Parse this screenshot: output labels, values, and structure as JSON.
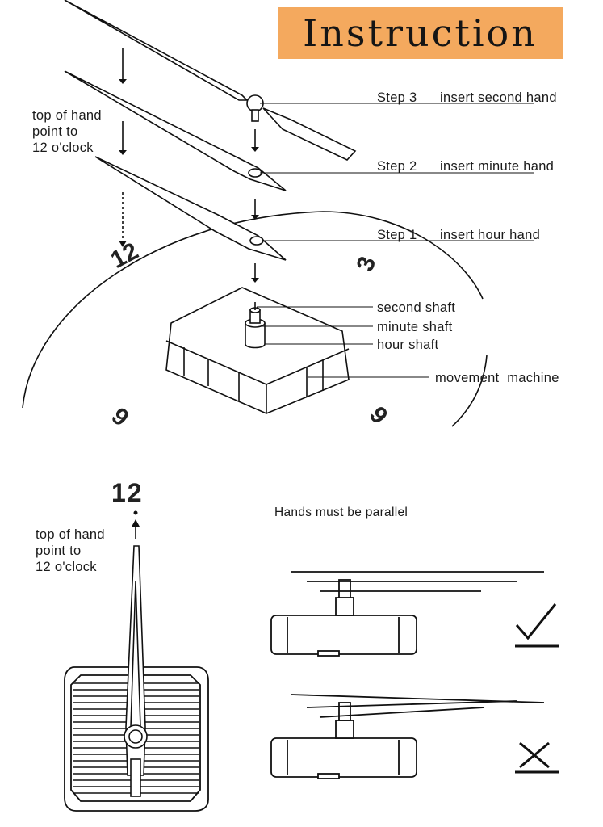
{
  "title": "Instruction",
  "steps": [
    {
      "step": "Step 3",
      "action": "insert second hand"
    },
    {
      "step": "Step 2",
      "action": "insert minute hand"
    },
    {
      "step": "Step 1",
      "action": "insert hour hand"
    }
  ],
  "top_note": [
    "top of hand",
    "point to",
    "12 o'clock"
  ],
  "parts": {
    "second_shaft": "second shaft",
    "minute_shaft": "minute shaft",
    "hour_shaft": "hour shaft",
    "movement": "movement  machine"
  },
  "dial_numbers": {
    "twelve": "12",
    "three": "3",
    "six": "6",
    "nine": "9"
  },
  "bottom": {
    "twelve": "12",
    "note": [
      "top of hand",
      "point to",
      "12 o'clock"
    ],
    "parallel": "Hands must be parallel"
  },
  "colors": {
    "title_bg": "#f4a95e",
    "line": "#111111"
  }
}
